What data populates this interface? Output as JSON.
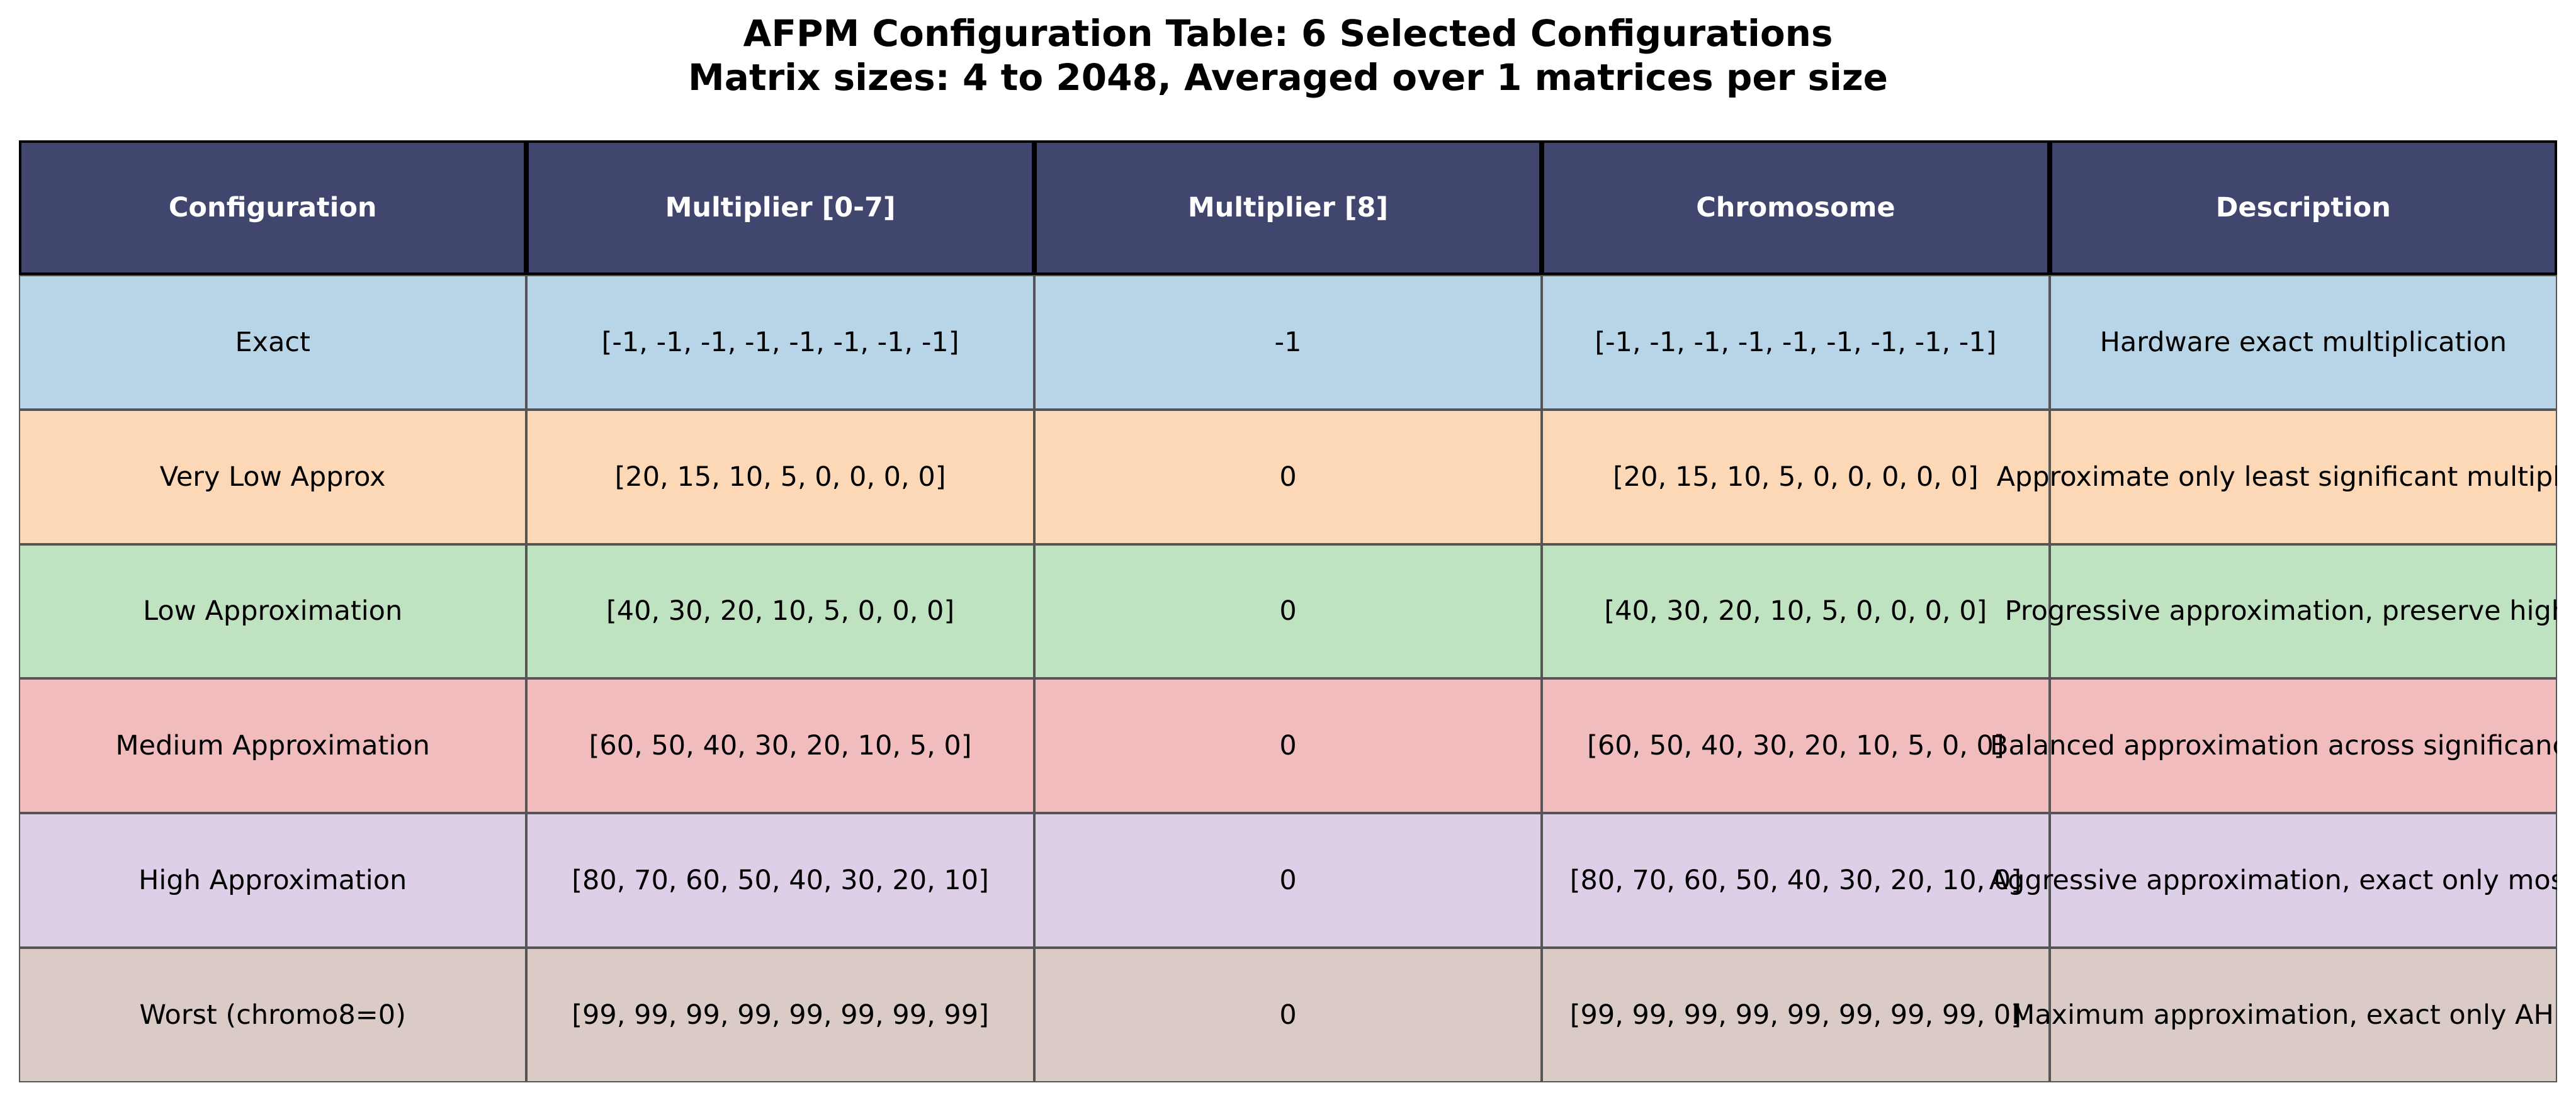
{
  "chart_data": {
    "type": "table",
    "title": "AFPM Configuration Table: 6 Selected Configurations",
    "subtitle": "Matrix sizes: 4 to 2048, Averaged over 1 matrices per size",
    "columns": [
      "Configuration",
      "Multiplier [0-7]",
      "Multiplier [8]",
      "Chromosome",
      "Description"
    ],
    "header_color": "#40466e",
    "rows": [
      {
        "color": "#b8d5e8",
        "cells": [
          "Exact",
          "[-1, -1, -1, -1, -1, -1, -1, -1]",
          "-1",
          "[-1, -1, -1, -1, -1, -1, -1, -1, -1]",
          "Hardware exact multiplication"
        ]
      },
      {
        "color": "#fdd8b6",
        "cells": [
          "Very Low Approx",
          "[20, 15, 10, 5, 0, 0, 0, 0]",
          "0",
          "[20, 15, 10, 5, 0, 0, 0, 0, 0]",
          "Approximate only least significant multiplicat"
        ]
      },
      {
        "color": "#bfe3c0",
        "cells": [
          "Low Approximation",
          "[40, 30, 20, 10, 5, 0, 0, 0]",
          "0",
          "[40, 30, 20, 10, 5, 0, 0, 0, 0]",
          "Progressive approximation, preserve high bi"
        ]
      },
      {
        "color": "#f0bcbe",
        "cells": [
          "Medium Approximation",
          "[60, 50, 40, 30, 20, 10, 5, 0]",
          "0",
          "[60, 50, 40, 30, 20, 10, 5, 0, 0]",
          "Balanced approximation across significance le"
        ]
      },
      {
        "color": "#decfe8",
        "cells": [
          "High Approximation",
          "[80, 70, 60, 50, 40, 30, 20, 10]",
          "0",
          "[80, 70, 60, 50, 40, 30, 20, 10, 0]",
          "Aggressive approximation, exact only most cri"
        ]
      },
      {
        "color": "#dacbc7",
        "cells": [
          "Worst (chromo8=0)",
          "[99, 99, 99, 99, 99, 99, 99, 99]",
          "0",
          "[99, 99, 99, 99, 99, 99, 99, 99, 0]",
          "Maximum approximation, exact only AH×B"
        ]
      }
    ]
  }
}
